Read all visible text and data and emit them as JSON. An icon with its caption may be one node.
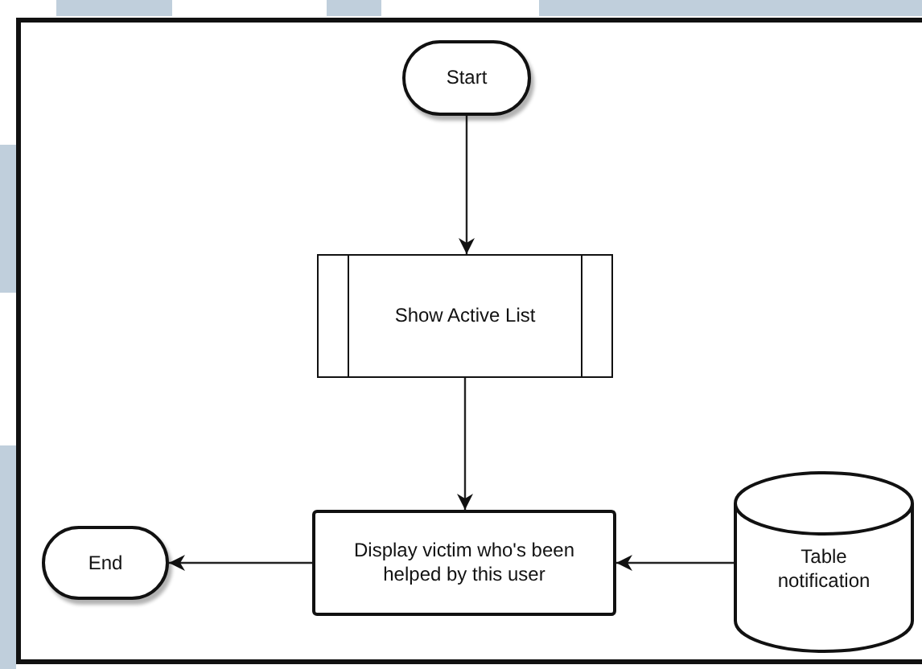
{
  "diagram": {
    "nodes": [
      {
        "text": [
          "Start"
        ]
      },
      {
        "text": [
          "Show Active List"
        ]
      },
      {
        "text": [
          "Display victim who's been helped by this user"
        ]
      },
      {
        "text": [
          "End"
        ]
      },
      {
        "text": [
          "Table notification"
        ]
      }
    ],
    "edges": [
      {
        "from": 0,
        "to": 1,
        "arrow": "to"
      },
      {
        "from": 1,
        "to": 2,
        "arrow": "to"
      },
      {
        "from": 2,
        "to": 3,
        "arrow": "to"
      },
      {
        "from": 4,
        "to": 2,
        "arrow": "to"
      }
    ]
  }
}
